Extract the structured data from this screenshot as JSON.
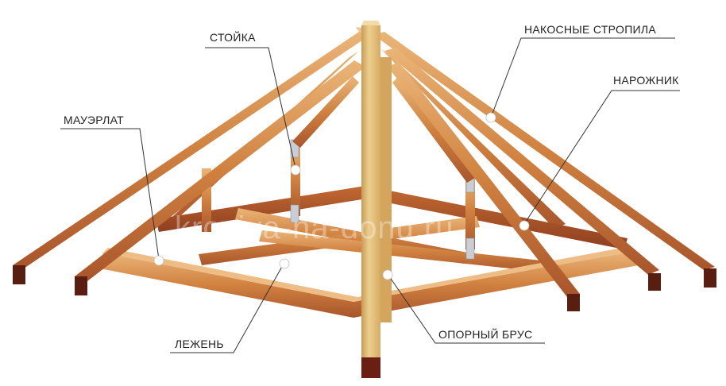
{
  "diagram": {
    "labels": {
      "stoika": "СТОЙКА",
      "nakosnye_stropila": "НАКОСНЫЕ СТРОПИЛА",
      "narozhnik": "НАРОЖНИК",
      "mauerlat": "МАУЭРЛАТ",
      "lezhen": "ЛЕЖЕНЬ",
      "opornyi_brus": "ОПОРНЫЙ БРУС"
    },
    "watermark": "kroviya-na-donu.ru",
    "colors": {
      "wood_light": "#e8b070",
      "wood_mid": "#cf7a3a",
      "wood_dark": "#a4502a",
      "wood_end": "#5a1e10",
      "post": "#e4c27c",
      "post_shade": "#c79a50",
      "post_base": "#6a1f12",
      "bracket": "#c9ced6",
      "leader": "#333333",
      "marker": "#ffffff"
    }
  }
}
